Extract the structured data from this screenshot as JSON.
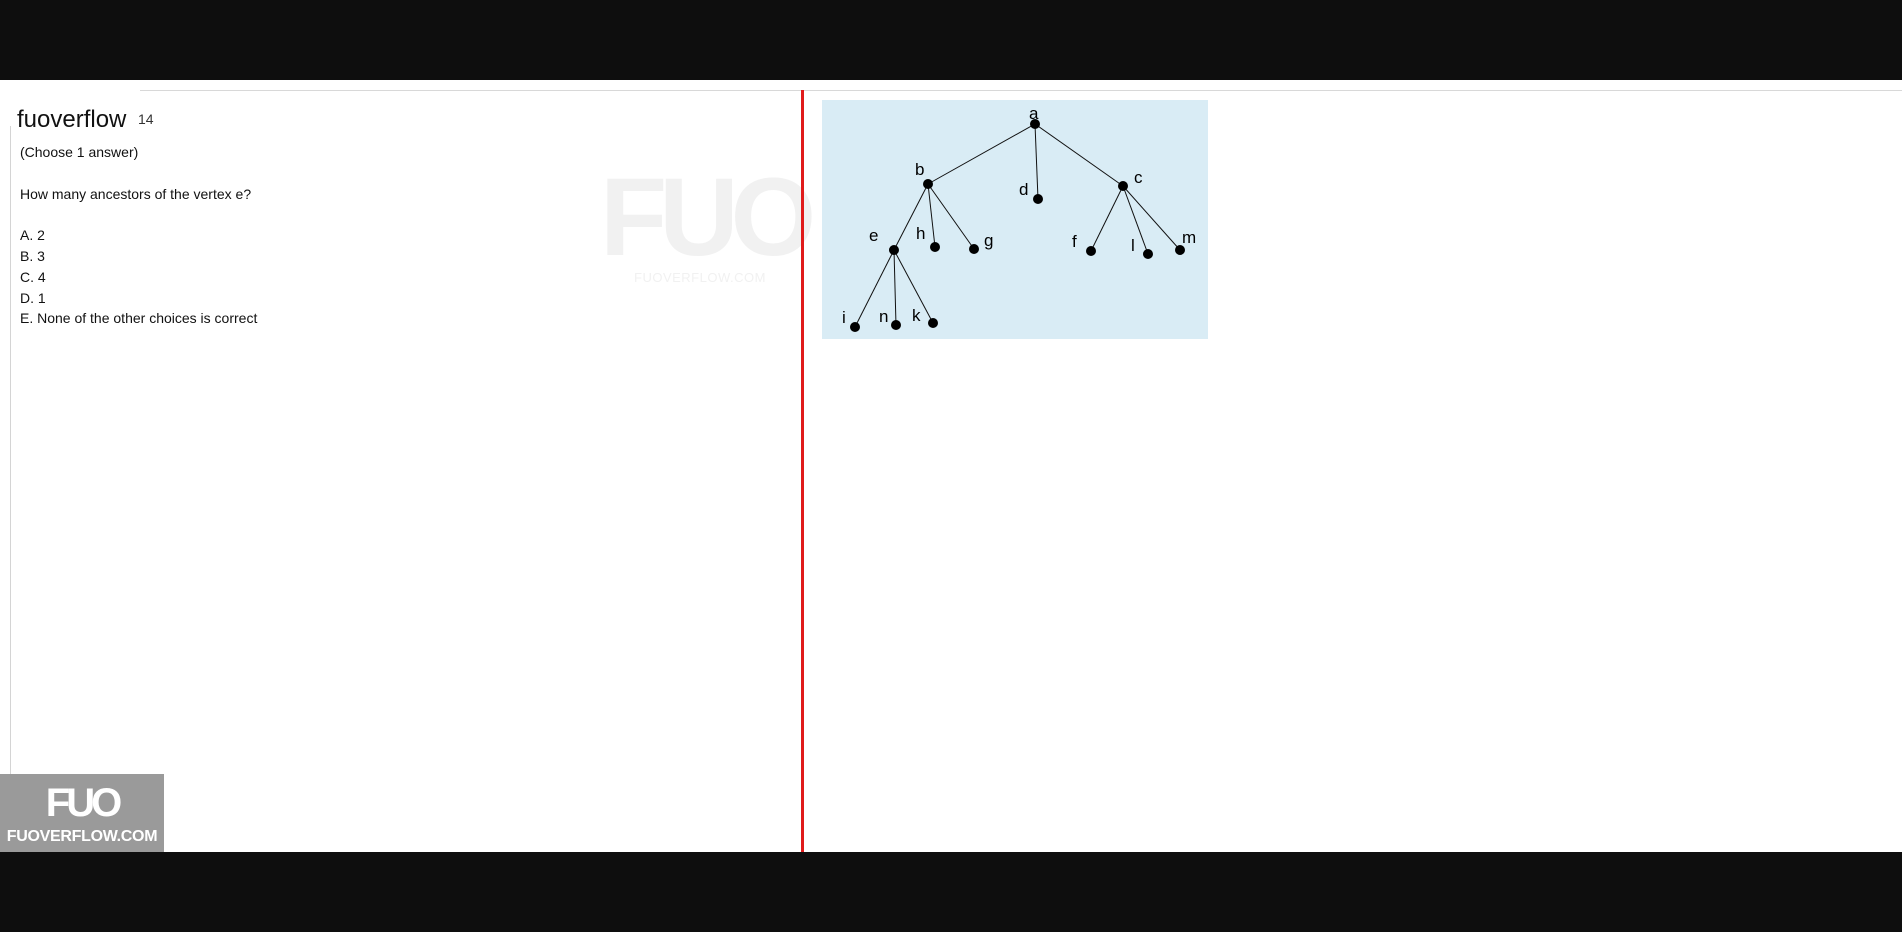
{
  "header": {
    "brand": "fuoverflow",
    "brand_suffix": "14"
  },
  "question": {
    "instruction": "(Choose 1 answer)",
    "prompt": "How many ancestors of the vertex e?",
    "options": [
      "A. 2",
      "B. 3",
      "C. 4",
      "D. 1",
      "E. None of the other choices is correct"
    ]
  },
  "watermark": {
    "mark": "FUO",
    "site": "FUOVERFLOW.COM"
  },
  "logo": {
    "mark": "FUO",
    "site": "FUOVERFLOW.COM"
  },
  "tree": {
    "vertices": [
      "a",
      "b",
      "c",
      "d",
      "e",
      "f",
      "g",
      "h",
      "i",
      "k",
      "l",
      "m",
      "n"
    ],
    "edges": [
      [
        "a",
        "b"
      ],
      [
        "a",
        "d"
      ],
      [
        "a",
        "c"
      ],
      [
        "b",
        "e"
      ],
      [
        "b",
        "h"
      ],
      [
        "b",
        "g"
      ],
      [
        "c",
        "f"
      ],
      [
        "c",
        "l"
      ],
      [
        "c",
        "m"
      ],
      [
        "e",
        "i"
      ],
      [
        "e",
        "n"
      ],
      [
        "e",
        "k"
      ]
    ]
  },
  "colors": {
    "divider": "#e01b1b",
    "diagram_background": "#d9ecf5",
    "logo_background": "#9a9a9a"
  }
}
